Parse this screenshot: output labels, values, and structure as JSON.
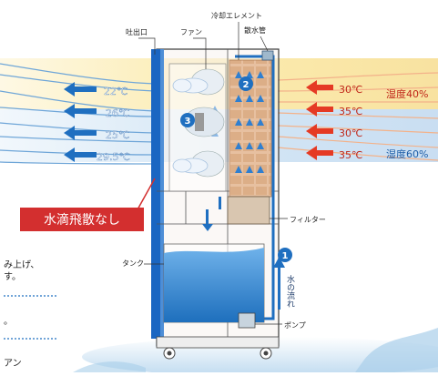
{
  "labels": {
    "outlet": "吐出口",
    "fan": "ファン",
    "cooling_element": "冷却エレメント",
    "sprinkler_pipe": "散水管",
    "filter": "フィルター",
    "tank": "タンク",
    "pump": "ポンプ",
    "water_flow": "水の流れ",
    "no_splash": "水滴飛散なし",
    "humidity_40": "湿度40%",
    "humidity_60": "湿度60%"
  },
  "steps": [
    "1",
    "2",
    "3"
  ],
  "outlet_temps": [
    "22℃",
    "26℃",
    "25℃",
    "29.5℃"
  ],
  "inlet_temps": [
    "30℃",
    "35℃",
    "30℃",
    "35℃"
  ],
  "left_text_fragments": [
    "み上げ、",
    "す。",
    "。",
    "アン"
  ],
  "colors": {
    "humidity_40_band": "#f9e7a6",
    "humidity_60_band": "#cfe3f4",
    "cool_arrow": "#1f6fc0",
    "warm_arrow": "#e53a24",
    "badge_red": "#d32f2f",
    "water": "#3a8fd6",
    "cabinet_frame": "#1a66c2"
  }
}
